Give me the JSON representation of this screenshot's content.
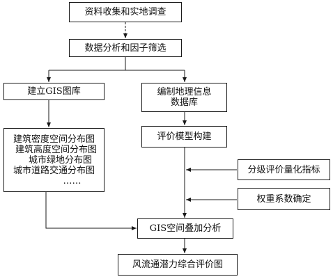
{
  "nodes": {
    "collect": "资料收集和实地调查",
    "analysis": "数据分析和因子筛选",
    "gis_db": "建立GIS图库",
    "geo_db_line1": "编制地理信息",
    "geo_db_line2": "数据库",
    "maps": [
      "建筑密度空间分布图",
      "建筑高度空间分布图",
      "城市绿地分布图",
      "城市道路交通分布图",
      "……"
    ],
    "model": "评价模型构建",
    "indicator": "分级评价量化指标",
    "weight": "权重系数确定",
    "overlay": "GIS空间叠加分析",
    "result": "风流通潜力综合评价图"
  }
}
